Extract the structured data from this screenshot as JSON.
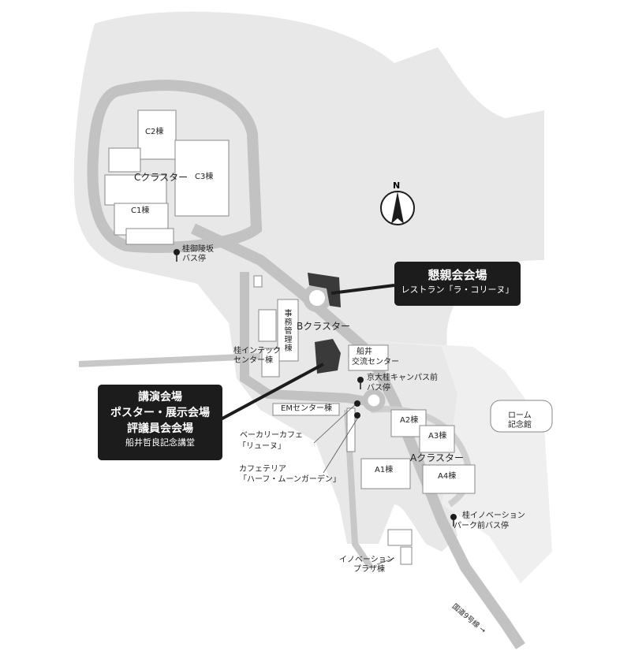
{
  "compass": {
    "letter": "N",
    "icon": "north-arrow-icon"
  },
  "colors": {
    "land": "#e9e9e9",
    "road": "#c2c2c2",
    "building": "#ffffff",
    "highlight": "#3a3a3a",
    "callout_bg": "#1c1c1c"
  },
  "clusters": {
    "c": "Cクラスター",
    "b": "Bクラスター",
    "a": "Aクラスター"
  },
  "buildings": {
    "c1": "C1棟",
    "c2": "C2棟",
    "c3": "C3棟",
    "a1": "A1棟",
    "a2": "A2棟",
    "a3": "A3棟",
    "a4": "A4棟",
    "jimu": "事務管理棟",
    "intech_1": "桂インテック",
    "intech_2": "センター棟",
    "funai_1": "船井",
    "funai_2": "交流センター",
    "em": "EMセンター棟",
    "rome_1": "ローム",
    "rome_2": "記念館",
    "plaza_1": "イノベーション",
    "plaza_2": "プラザ棟"
  },
  "bus_stops": {
    "goryo_1": "桂御陵坂",
    "goryo_2": "バス停",
    "campus_1": "京大桂キャンパス前",
    "campus_2": "バス停",
    "park_1": "桂イノベーション",
    "park_2": "パーク前バス停"
  },
  "facilities": {
    "bakery_1": "ベーカリーカフェ",
    "bakery_2": "「リューヌ」",
    "cafeteria_1": "カフェテリア",
    "cafeteria_2": "「ハーフ・ムーンガーデン」"
  },
  "road_label": "国道9号線 →",
  "callouts": {
    "reception": {
      "main": "懇親会会場",
      "sub": "レストラン「ラ・コリーヌ」"
    },
    "lecture": {
      "line1": "講演会場",
      "line2": "ポスター・展示会場",
      "line3": "評議員会会場",
      "sub": "船井哲良記念講堂"
    }
  }
}
